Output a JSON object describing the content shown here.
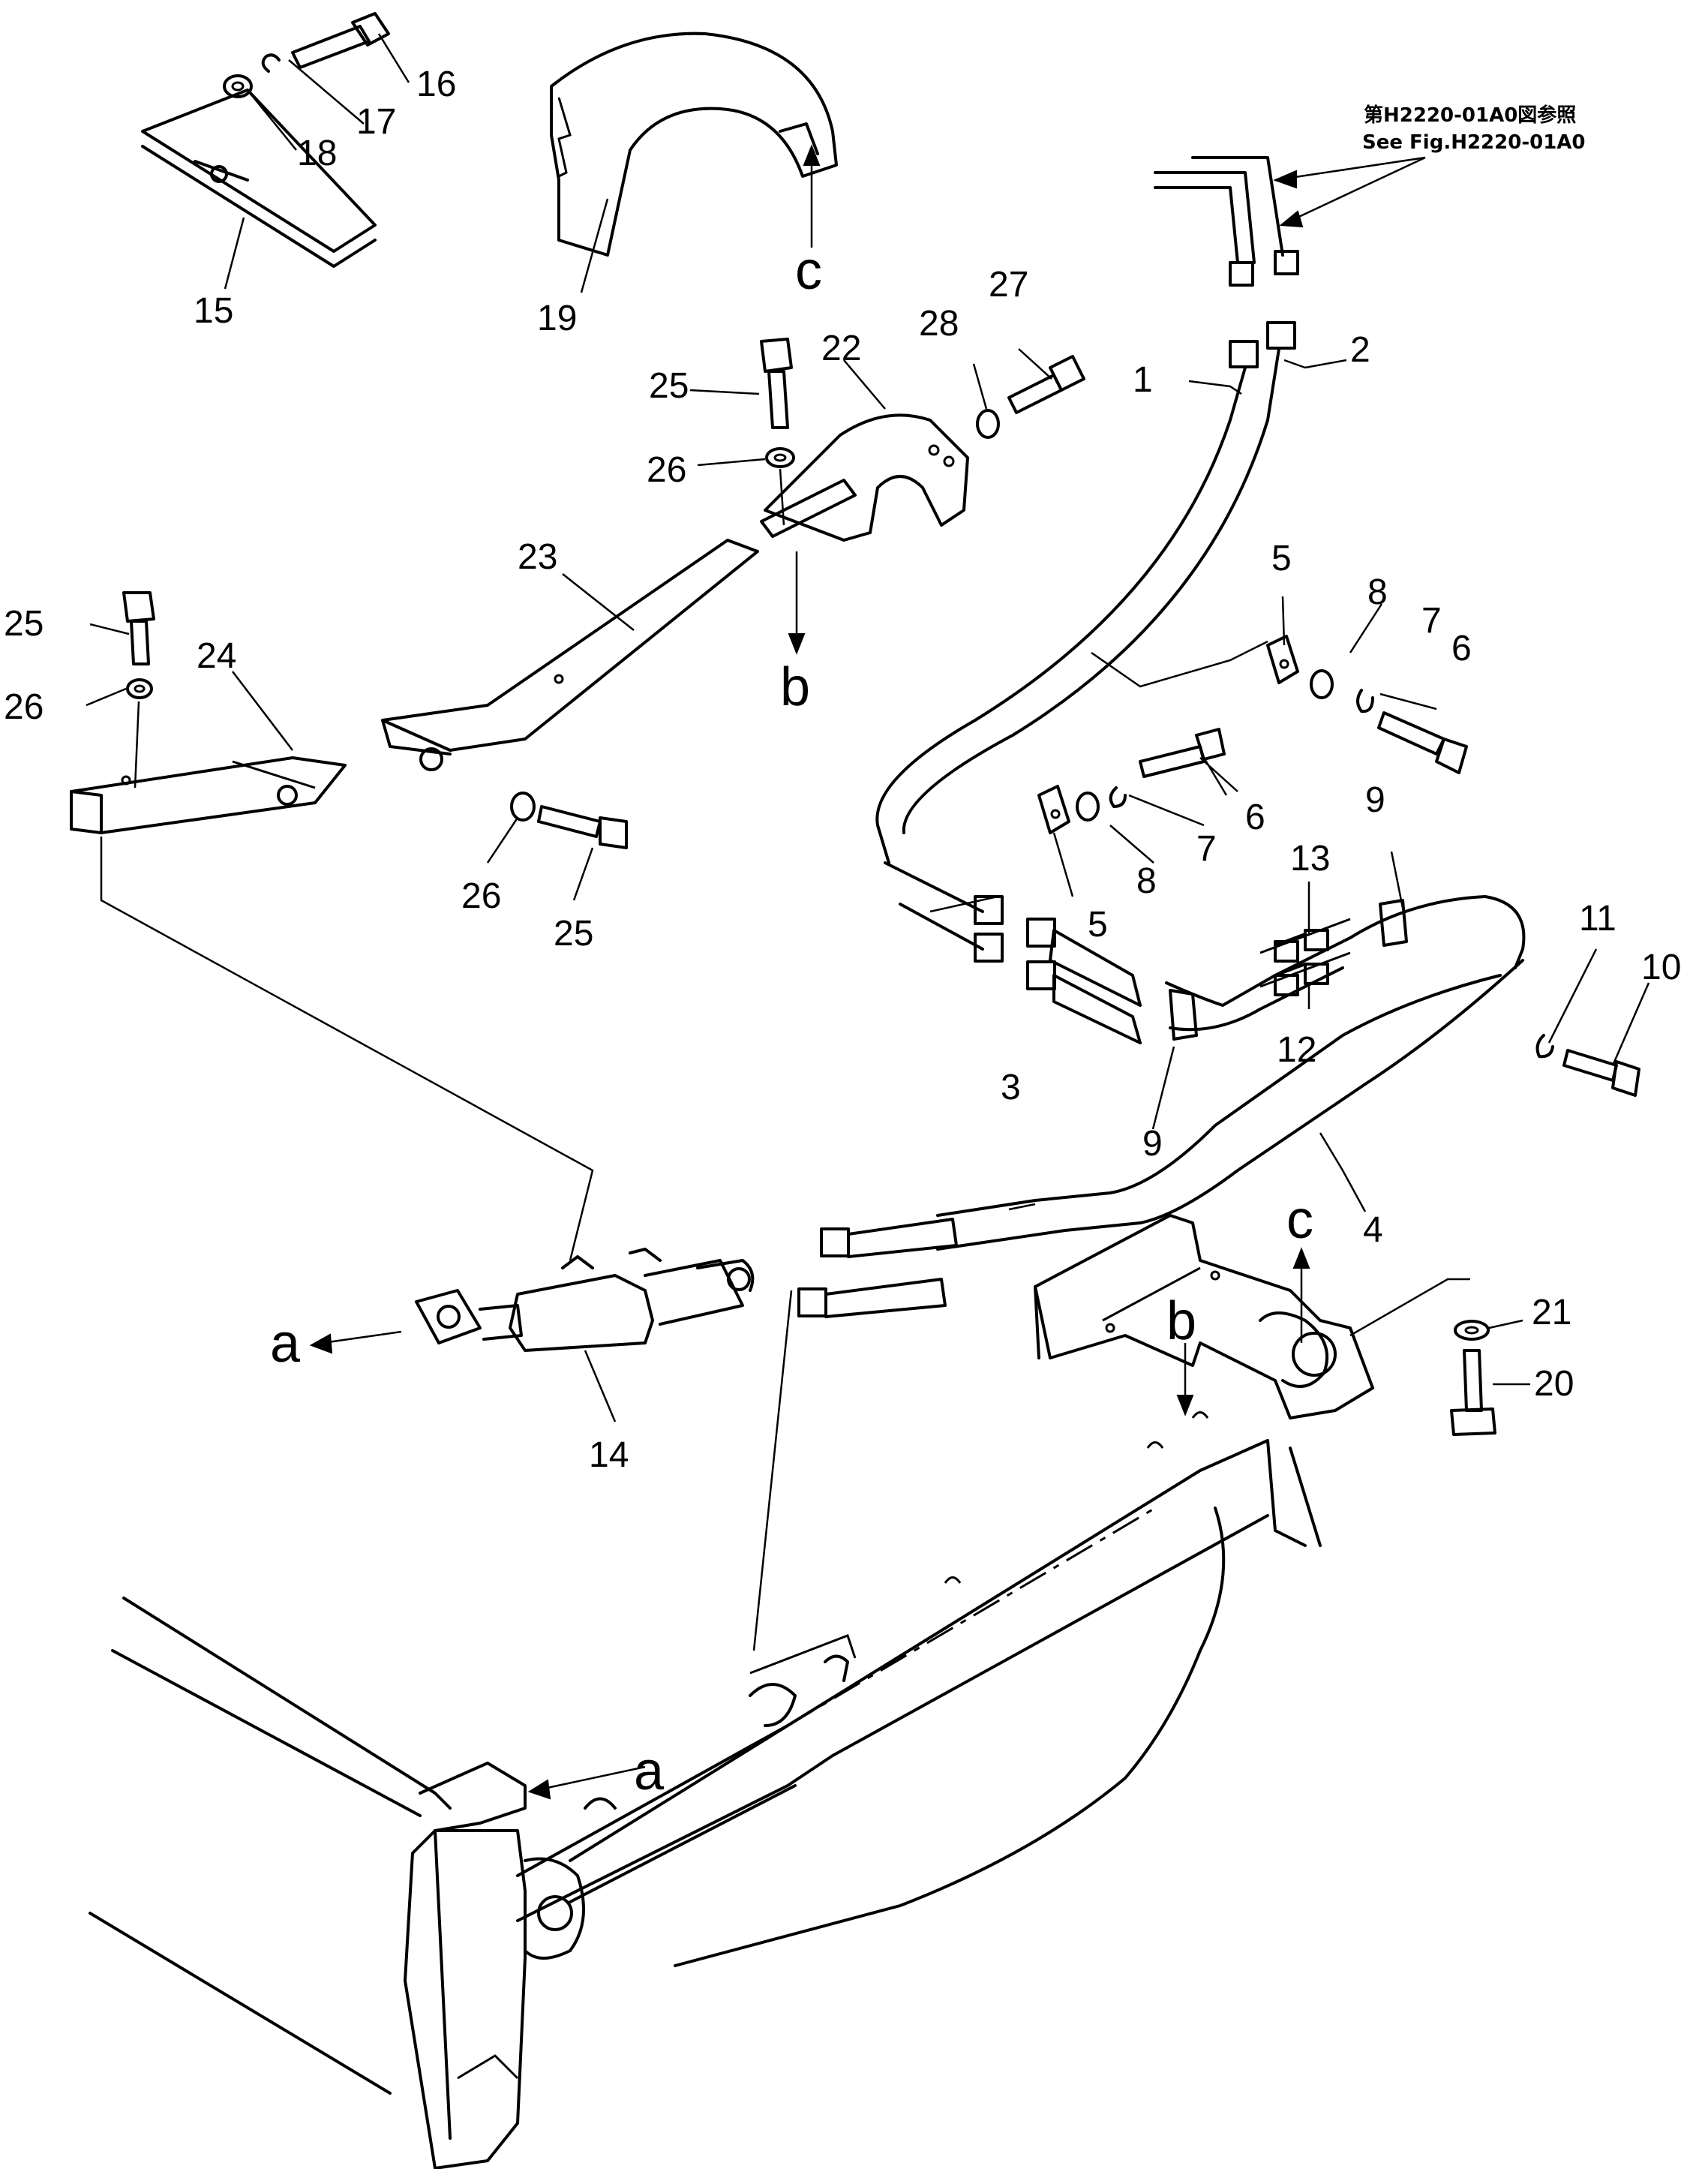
{
  "reference_note": {
    "line_jp": "第H2220-01A0図参照",
    "line_en": "See Fig.H2220-01A0"
  },
  "part_numbers": {
    "p1": "1",
    "p2": "2",
    "p3": "3",
    "p4": "4",
    "p5a": "5",
    "p5b": "5",
    "p6a": "6",
    "p6b": "6",
    "p7a": "7",
    "p7b": "7",
    "p8a": "8",
    "p8b": "8",
    "p9a": "9",
    "p9b": "9",
    "p10": "10",
    "p11": "11",
    "p12": "12",
    "p13": "13",
    "p14": "14",
    "p15": "15",
    "p16": "16",
    "p17": "17",
    "p18": "18",
    "p19": "19",
    "p20": "20",
    "p21": "21",
    "p22": "22",
    "p23": "23",
    "p24": "24",
    "p25a": "25",
    "p25b": "25",
    "p25c": "25",
    "p26a": "26",
    "p26b": "26",
    "p26c": "26",
    "p27": "27",
    "p28": "28"
  },
  "view_letters": {
    "a1": "a",
    "a2": "a",
    "b1": "b",
    "b2": "b",
    "c1": "c",
    "c2": "c"
  }
}
